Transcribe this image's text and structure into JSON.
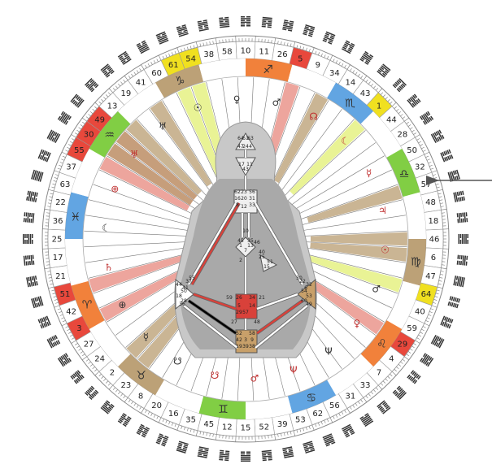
{
  "wheel": {
    "gates_ring": [
      "58",
      "10",
      "11",
      "26",
      "5",
      "9",
      "34",
      "14",
      "43",
      "1",
      "44",
      "28",
      "50",
      "32",
      "57",
      "48",
      "18",
      "46",
      "6",
      "47",
      "64",
      "40",
      "59",
      "29",
      "4",
      "7",
      "33",
      "31",
      "56",
      "62",
      "53",
      "39",
      "52",
      "15",
      "12",
      "45",
      "35",
      "16",
      "20",
      "8",
      "23",
      "2",
      "24",
      "27",
      "3",
      "42",
      "51",
      "21",
      "17",
      "25",
      "36",
      "22",
      "63",
      "37",
      "55",
      "30",
      "49",
      "13",
      "19",
      "41",
      "60",
      "61",
      "54",
      "38"
    ],
    "highlighted_gates": {
      "5": "#e8483c",
      "1": "#f0e020",
      "32": "#ffffff",
      "57": "#ffffff",
      "64": "#f0e020",
      "29": "#e8483c",
      "3": "#e8483c",
      "51": "#e8483c",
      "61": "#f0e020",
      "54": "#f0e020",
      "49": "#e8483c",
      "30": "#e8483c",
      "55": "#e8483c"
    },
    "zodiac_segments": [
      {
        "sign": "♑",
        "color": "#b89c70"
      },
      {
        "sign": "♐",
        "color": "#f07a30"
      },
      {
        "sign": "♏",
        "color": "#5aa0e0"
      },
      {
        "sign": "♎",
        "color": "#7acb3a"
      },
      {
        "sign": "♍",
        "color": "#b89c70"
      },
      {
        "sign": "♌",
        "color": "#f07a30"
      },
      {
        "sign": "♋",
        "color": "#5aa0e0"
      },
      {
        "sign": "♊",
        "color": "#7acb3a"
      },
      {
        "sign": "♉",
        "color": "#b89c70"
      },
      {
        "sign": "♈",
        "color": "#f07a30"
      },
      {
        "sign": "♓",
        "color": "#5aa0e0"
      },
      {
        "sign": "♒",
        "color": "#7acb3a"
      }
    ],
    "planets": [
      {
        "glyph": "☉",
        "color": "#333"
      },
      {
        "glyph": "♀",
        "color": "#333"
      },
      {
        "glyph": "♂",
        "color": "#333"
      },
      {
        "glyph": "☊",
        "color": "#c03030"
      },
      {
        "glyph": "☾",
        "color": "#c03030"
      },
      {
        "glyph": "☿",
        "color": "#c03030"
      },
      {
        "glyph": "♃",
        "color": "#c03030"
      },
      {
        "glyph": "☉",
        "color": "#c03030"
      },
      {
        "glyph": "♂",
        "color": "#333"
      },
      {
        "glyph": "♀",
        "color": "#c03030"
      },
      {
        "glyph": "Ψ",
        "color": "#333"
      },
      {
        "glyph": "Ψ",
        "color": "#c03030"
      },
      {
        "glyph": "♂",
        "color": "#c03030"
      },
      {
        "glyph": "☋",
        "color": "#c03030"
      },
      {
        "glyph": "☋",
        "color": "#333"
      },
      {
        "glyph": "☿",
        "color": "#333"
      },
      {
        "glyph": "⊕",
        "color": "#333"
      },
      {
        "glyph": "♄",
        "color": "#c03030"
      },
      {
        "glyph": "☾",
        "color": "#333"
      },
      {
        "glyph": "⊕",
        "color": "#c03030"
      },
      {
        "glyph": "♅",
        "color": "#c03030"
      },
      {
        "glyph": "♅",
        "color": "#333"
      }
    ],
    "bodygraph_labels": [
      "64",
      "61",
      "63",
      "47",
      "24",
      "4",
      "17",
      "11",
      "43",
      "62",
      "23",
      "56",
      "16",
      "20",
      "31",
      "8",
      "33",
      "12",
      "45",
      "35",
      "7",
      "1",
      "13",
      "10",
      "25",
      "51",
      "15",
      "46",
      "2",
      "40",
      "26",
      "34",
      "5",
      "14",
      "29",
      "57",
      "44",
      "50",
      "18",
      "28",
      "32",
      "54",
      "53",
      "60",
      "52",
      "58",
      "42",
      "3",
      "9",
      "19",
      "39",
      "38",
      "41",
      "6",
      "37",
      "22",
      "36",
      "49",
      "55",
      "30",
      "59",
      "21",
      "27",
      "48"
    ]
  }
}
